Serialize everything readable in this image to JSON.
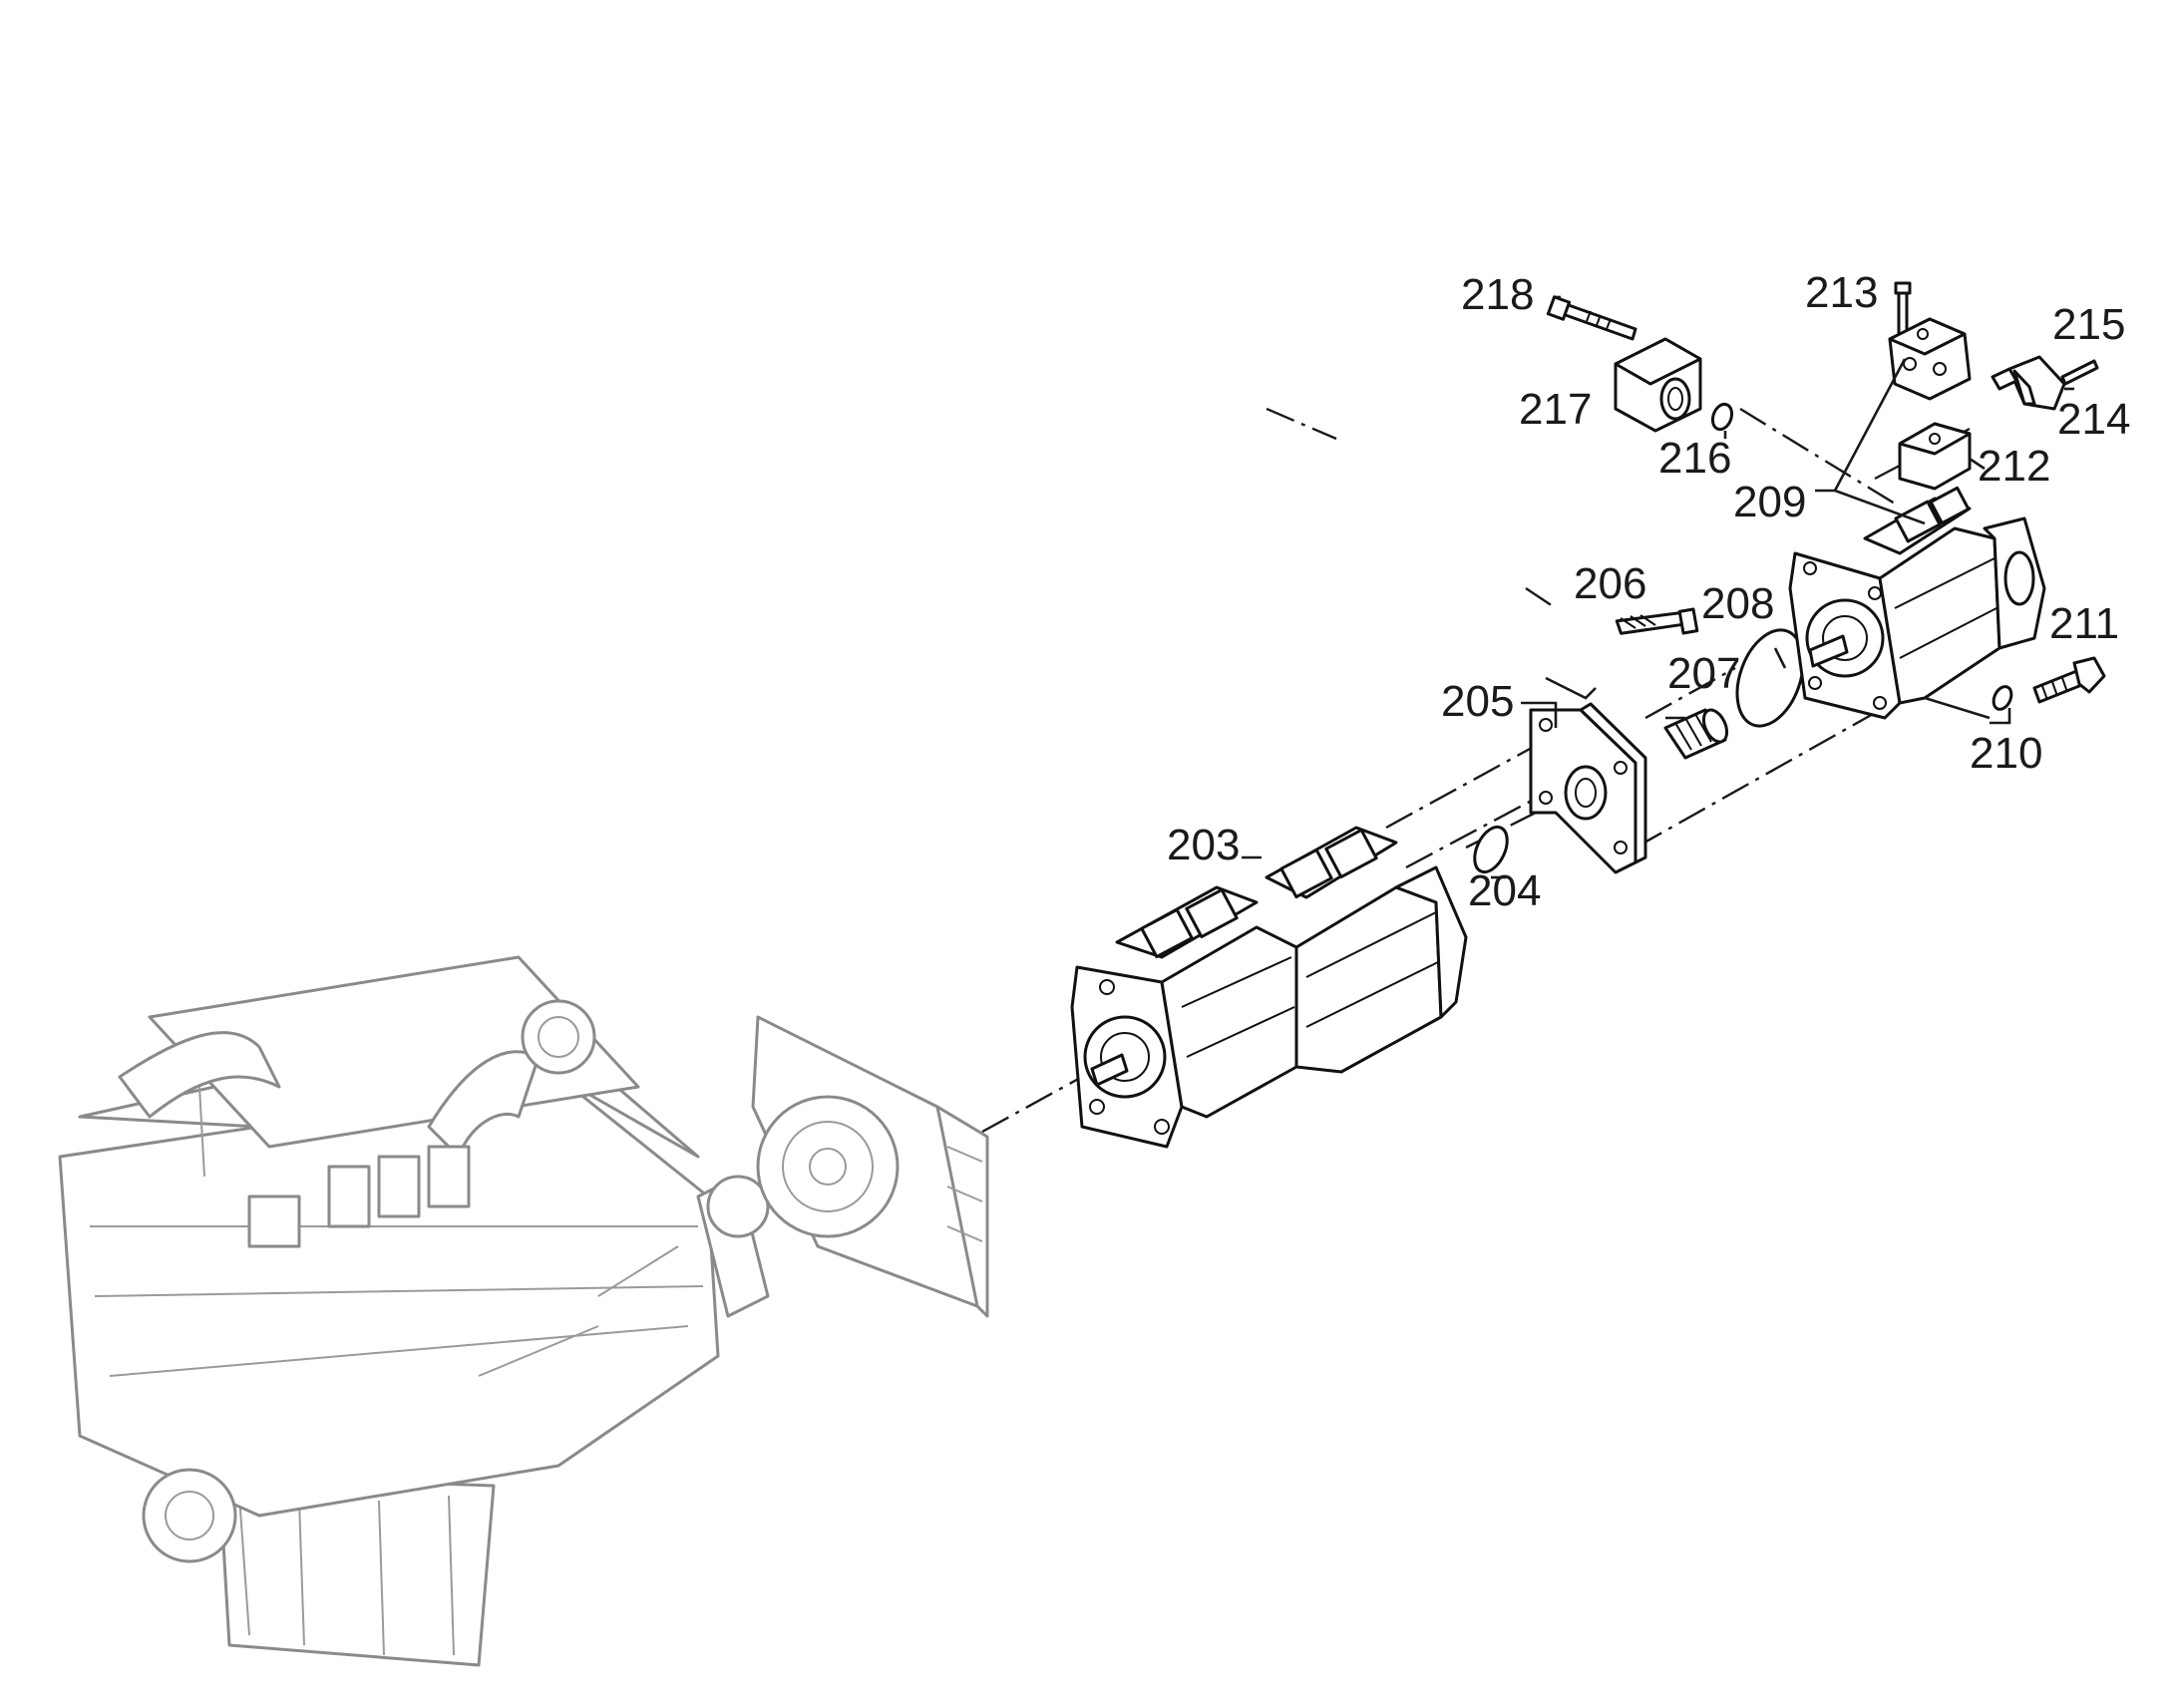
{
  "callouts": [
    {
      "id": "203",
      "label": "203"
    },
    {
      "id": "204",
      "label": "204"
    },
    {
      "id": "205",
      "label": "205"
    },
    {
      "id": "206",
      "label": "206"
    },
    {
      "id": "207",
      "label": "207"
    },
    {
      "id": "208",
      "label": "208"
    },
    {
      "id": "209",
      "label": "209"
    },
    {
      "id": "210",
      "label": "210"
    },
    {
      "id": "211",
      "label": "211"
    },
    {
      "id": "212",
      "label": "212"
    },
    {
      "id": "213",
      "label": "213"
    },
    {
      "id": "214",
      "label": "214"
    },
    {
      "id": "215",
      "label": "215"
    },
    {
      "id": "216",
      "label": "216"
    },
    {
      "id": "217",
      "label": "217"
    },
    {
      "id": "218",
      "label": "218"
    }
  ]
}
